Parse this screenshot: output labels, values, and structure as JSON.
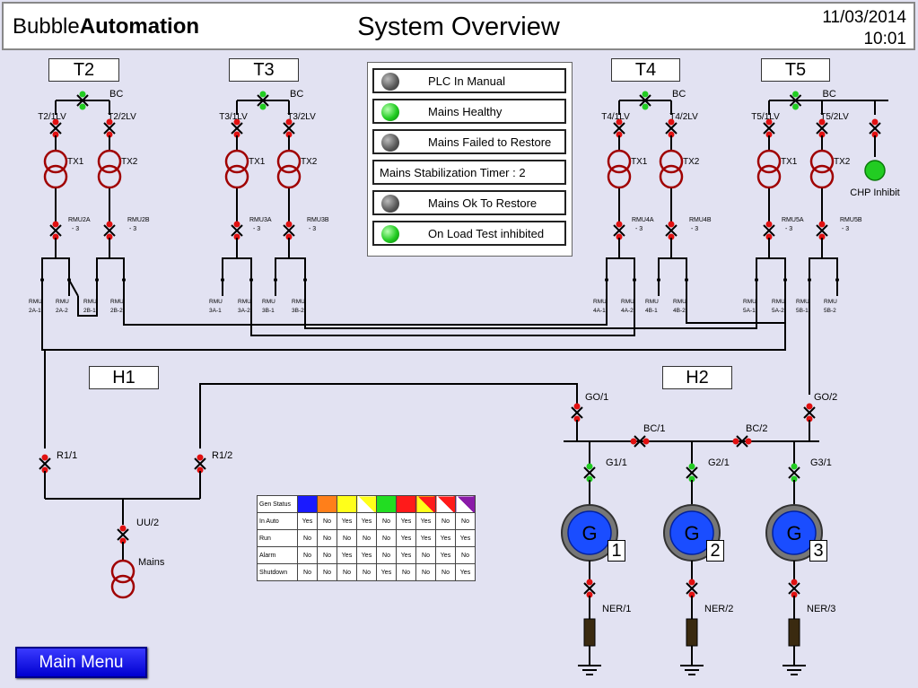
{
  "header": {
    "brand_light": "Bubble",
    "brand_bold": "Automation",
    "title": "System Overview",
    "date": "11/03/2014",
    "time": "10:01"
  },
  "status_panel": [
    {
      "label": "PLC In Manual",
      "lamp": "grey"
    },
    {
      "label": "Mains Healthy",
      "lamp": "green"
    },
    {
      "label": "Mains Failed to Restore",
      "lamp": "grey"
    },
    {
      "label": "Mains Stabilization Timer : 2",
      "lamp": "none"
    },
    {
      "label": "Mains Ok To Restore",
      "lamp": "grey"
    },
    {
      "label": "On Load Test inhibited",
      "lamp": "green"
    }
  ],
  "boxes": {
    "t2": "T2",
    "t3": "T3",
    "t4": "T4",
    "t5": "T5",
    "h1": "H1",
    "h2": "H2"
  },
  "labels": {
    "bc": "BC",
    "tx1": "TX1",
    "tx2": "TX2",
    "t2_1lv": "T2/1LV",
    "t2_2lv": "T2/2LV",
    "t3_1lv": "T3/1LV",
    "t3_2lv": "T3/2LV",
    "t4_1lv": "T4/1LV",
    "t4_2lv": "T4/2LV",
    "t5_1lv": "T5/1LV",
    "t5_2lv": "T5/2LV",
    "rmu2a": "RMU2A",
    "rmu2b": "RMU2B",
    "rmu3a": "RMU3A",
    "rmu3b": "RMU3B",
    "rmu4a": "RMU4A",
    "rmu4b": "RMU4B",
    "rmu5a": "RMU5A",
    "rmu5b": "RMU5B",
    "dash3": "- 3",
    "rmu": "RMU",
    "rmu_2a1": "2A-1",
    "rmu_2a2": "2A-2",
    "rmu_2b1": "2B-1",
    "rmu_2b2": "2B-2",
    "rmu_3a1": "3A-1",
    "rmu_3a2": "3A-2",
    "rmu_3b1": "3B-1",
    "rmu_3b2": "3B-2",
    "rmu_4a1": "4A-1",
    "rmu_4a2": "4A-2",
    "rmu_4b1": "4B-1",
    "rmu_4b2": "4B-2",
    "rmu_5a1": "5A-1",
    "rmu_5a2": "5A-2",
    "rmu_5b1": "5B-1",
    "rmu_5b2": "5B-2",
    "chp_inhibit": "CHP Inhibit",
    "r1_1": "R1/1",
    "r1_2": "R1/2",
    "uu_2": "UU/2",
    "mains": "Mains",
    "go_1": "GO/1",
    "go_2": "GO/2",
    "bc_1": "BC/1",
    "bc_2": "BC/2",
    "g1_1": "G1/1",
    "g2_1": "G2/1",
    "g3_1": "G3/1",
    "ner_1": "NER/1",
    "ner_2": "NER/2",
    "ner_3": "NER/3",
    "g": "G",
    "gen1": "1",
    "gen2": "2",
    "gen3": "3"
  },
  "gen_status": {
    "header": "Gen Status",
    "colors": [
      "#1a1aff",
      "#ff7f1a",
      "#ffff1a",
      "#ffff1a/#fff",
      "#22dd22",
      "#ff1a1a",
      "#ff1a1a/#ffff1a",
      "#ff1a1a/#fff",
      "#8a1aa8/#fff"
    ],
    "rows": [
      {
        "label": "In Auto",
        "values": [
          "Yes",
          "No",
          "Yes",
          "Yes",
          "No",
          "Yes",
          "Yes",
          "No",
          "No"
        ]
      },
      {
        "label": "Run",
        "values": [
          "No",
          "No",
          "No",
          "No",
          "No",
          "Yes",
          "Yes",
          "Yes",
          "Yes"
        ]
      },
      {
        "label": "Alarm",
        "values": [
          "No",
          "No",
          "Yes",
          "Yes",
          "No",
          "Yes",
          "No",
          "Yes",
          "No"
        ]
      },
      {
        "label": "Shutdown",
        "values": [
          "No",
          "No",
          "No",
          "No",
          "Yes",
          "No",
          "No",
          "No",
          "Yes"
        ]
      }
    ]
  },
  "main_menu": "Main Menu"
}
